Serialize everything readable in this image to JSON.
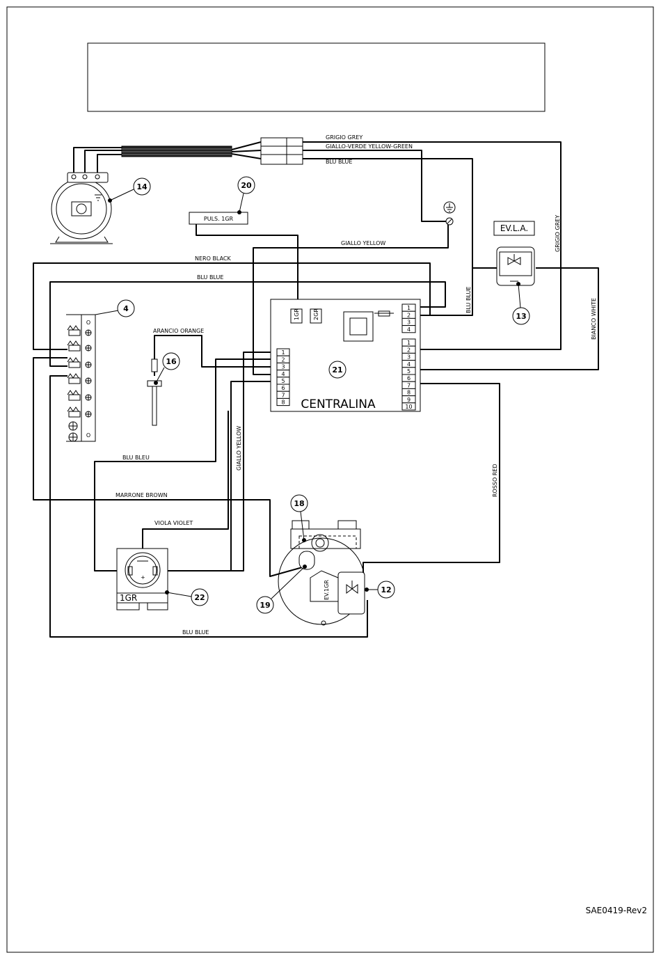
{
  "title_box_text": "",
  "drawing_ref": "SAE0419-Rev2",
  "controller": {
    "name": "CENTRALINA",
    "number": "21",
    "left_terminals": [
      "1",
      "2",
      "3",
      "4",
      "5",
      "6",
      "7",
      "8"
    ],
    "right_terminals": [
      "1",
      "2",
      "3",
      "4",
      "5",
      "6",
      "7",
      "8",
      "9",
      "10"
    ],
    "top_terminals": [
      "1",
      "2",
      "3",
      "4"
    ],
    "relay_1": "1GR",
    "relay_2": "2GR"
  },
  "components": {
    "c4": "4",
    "c12": "12",
    "c13": "13",
    "c14": "14",
    "c16": "16",
    "c18": "18",
    "c19": "19",
    "c20": "20",
    "c22": "22"
  },
  "labels": {
    "button": "PULS. 1GR",
    "valve_evla": "EV.L.A.",
    "valve_ev1gr": "EV.1GR",
    "coil_1gr": "1GR"
  },
  "wires": {
    "grey": "GRIGIO GREY",
    "yellow_green": "GIALLO-VERDE YELLOW-GREEN",
    "blue_top": "BLU BLUE",
    "yellow_gnd": "GIALLO YELLOW",
    "black": "NERO BLACK",
    "blue_mid": "BLU BLUE",
    "blue_vert": "BLU BLUE",
    "grey_vert": "GRIGIO GREY",
    "white": "BIANCO WHITE",
    "orange": "ARANCIO ORANGE",
    "yellow_vert": "GIALLO YELLOW",
    "blue_bleu": "BLU BLEU",
    "brown": "MARRONE BROWN",
    "red": "ROSSO RED",
    "violet": "VIOLA VIOLET",
    "blue_bottom": "BLU BLUE"
  }
}
